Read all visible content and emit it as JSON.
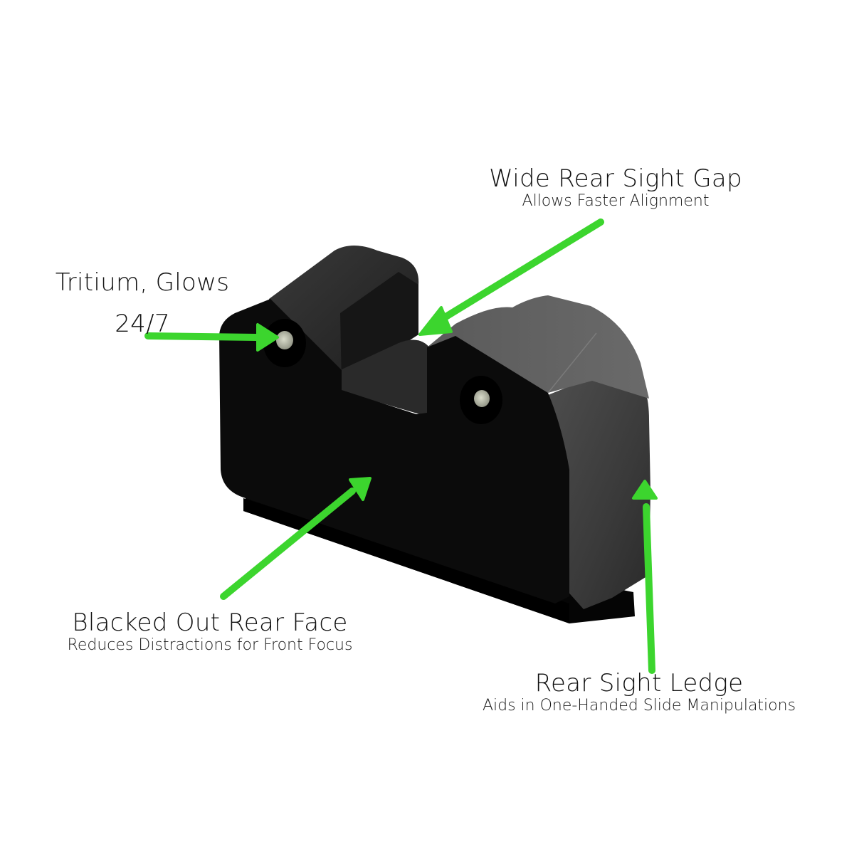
{
  "colors": {
    "background": "#ffffff",
    "arrow": "#3cd52e",
    "product_dark": "#0b0b0b",
    "product_gray": "#4a4a4a",
    "text": "#111111"
  },
  "callouts": [
    {
      "id": "wide-rear-sight-gap",
      "title": "Wide Rear Sight Gap",
      "subtitle": "Allows Faster Alignment"
    },
    {
      "id": "tritium",
      "title": "Tritium, Glows",
      "title_line2": "24/7"
    },
    {
      "id": "blacked-out-rear-face",
      "title": "Blacked Out Rear Face",
      "subtitle": "Reduces Distractions for Front Focus"
    },
    {
      "id": "rear-sight-ledge",
      "title": "Rear Sight Ledge",
      "subtitle": "Aids in One-Handed Slide Manipulations"
    }
  ],
  "product": {
    "name": "rear-sight",
    "icon": "rear-sight-block-image"
  }
}
